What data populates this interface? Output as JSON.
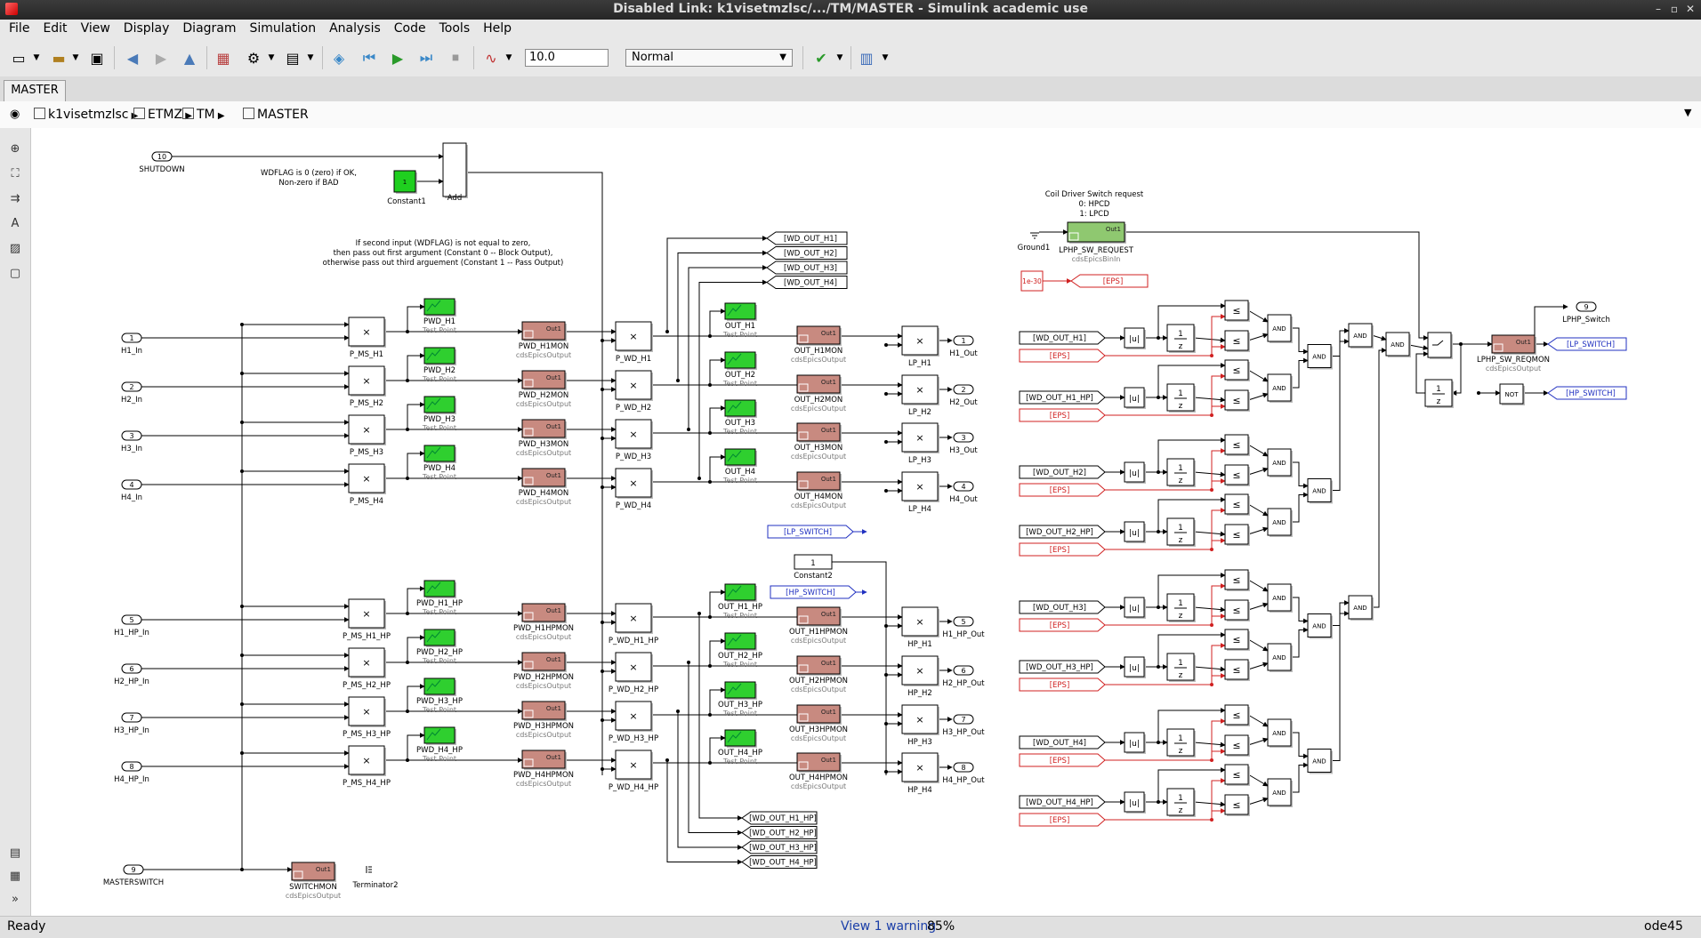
{
  "window": {
    "title": "Disabled Link: k1visetmzlsc/.../TM/MASTER - Simulink academic use"
  },
  "menu": [
    "File",
    "Edit",
    "View",
    "Display",
    "Diagram",
    "Simulation",
    "Analysis",
    "Code",
    "Tools",
    "Help"
  ],
  "toolbar": {
    "stop_time": "10.0",
    "sim_mode": "Normal"
  },
  "tab": "MASTER",
  "breadcrumb": [
    "k1visetmzlsc",
    "ETMZ",
    "TM",
    "MASTER"
  ],
  "status": {
    "left": "Ready",
    "warning": "View 1 warning",
    "zoom": "85%",
    "solver": "ode45"
  },
  "diagram": {
    "shutdown": {
      "num": "10",
      "label": "SHUTDOWN"
    },
    "constant1": {
      "value": "1",
      "label": "Constant1"
    },
    "add_label": "Add",
    "wdflag_note": [
      "WDFLAG is 0 (zero) if OK,",
      "Non-zero if BAD"
    ],
    "switch_note": [
      "If second input (WDFLAG) is not equal to zero,",
      "then pass out first argument (Constant 0 -- Block Output),",
      "otherwise pass out third arguement (Constant 1 -- Pass Output)"
    ],
    "coil_note": [
      "Coil Driver Switch request",
      "0: HPCD",
      "1: LPCD"
    ],
    "ground_label": "Ground1",
    "lphp_req": {
      "label": "LPHP_SW_REQUEST",
      "sub": "cdsEpicsBinIn"
    },
    "eps_const": "1e-30",
    "eps_tag": "[EPS]",
    "lphp_reqmon": {
      "label": "LPHP_SW_REQMON",
      "sub": "cdsEpicsOutput"
    },
    "lphp_switch": {
      "num": "9",
      "label": "LPHP_Switch"
    },
    "lp_switch_tag": "[LP_SWITCH]",
    "hp_switch_tag": "[HP_SWITCH]",
    "not_label": "NOT",
    "and_label": "AND",
    "abs_label": "|u|",
    "unit_delay": [
      "1",
      "z"
    ],
    "leq": "≤",
    "mult": "×",
    "constant2": {
      "value": "1",
      "label": "Constant2"
    },
    "masterswitch": {
      "num": "9",
      "label": "MASTERSWITCH"
    },
    "switchmon": {
      "label": "SWITCHMON",
      "sub": "cdsEpicsOutput"
    },
    "terminator2": "Terminator2",
    "out1": "Out1",
    "test_point": "Test Point",
    "epics_out": "cdsEpicsOutput",
    "lp_rows": [
      {
        "in_num": "1",
        "in_label": "H1_In",
        "pms": "P_MS_H1",
        "pwd": "PWD_H1",
        "pwdmon": "PWD_H1MON",
        "pwdprod": "P_WD_H1",
        "out": "OUT_H1",
        "outmon": "OUT_H1MON",
        "lp": "LP_H1",
        "out_num": "1",
        "out_label": "H1_Out"
      },
      {
        "in_num": "2",
        "in_label": "H2_In",
        "pms": "P_MS_H2",
        "pwd": "PWD_H2",
        "pwdmon": "PWD_H2MON",
        "pwdprod": "P_WD_H2",
        "out": "OUT_H2",
        "outmon": "OUT_H2MON",
        "lp": "LP_H2",
        "out_num": "2",
        "out_label": "H2_Out"
      },
      {
        "in_num": "3",
        "in_label": "H3_In",
        "pms": "P_MS_H3",
        "pwd": "PWD_H3",
        "pwdmon": "PWD_H3MON",
        "pwdprod": "P_WD_H3",
        "out": "OUT_H3",
        "outmon": "OUT_H3MON",
        "lp": "LP_H3",
        "out_num": "3",
        "out_label": "H3_Out"
      },
      {
        "in_num": "4",
        "in_label": "H4_In",
        "pms": "P_MS_H4",
        "pwd": "PWD_H4",
        "pwdmon": "PWD_H4MON",
        "pwdprod": "P_WD_H4",
        "out": "OUT_H4",
        "outmon": "OUT_H4MON",
        "lp": "LP_H4",
        "out_num": "4",
        "out_label": "H4_Out"
      }
    ],
    "hp_rows": [
      {
        "in_num": "5",
        "in_label": "H1_HP_In",
        "pms": "P_MS_H1_HP",
        "pwd": "PWD_H1_HP",
        "pwdmon": "PWD_H1HPMON",
        "pwdprod": "P_WD_H1_HP",
        "out": "OUT_H1_HP",
        "outmon": "OUT_H1HPMON",
        "lp": "HP_H1",
        "out_num": "5",
        "out_label": "H1_HP_Out"
      },
      {
        "in_num": "6",
        "in_label": "H2_HP_In",
        "pms": "P_MS_H2_HP",
        "pwd": "PWD_H2_HP",
        "pwdmon": "PWD_H2HPMON",
        "pwdprod": "P_WD_H2_HP",
        "out": "OUT_H2_HP",
        "outmon": "OUT_H2HPMON",
        "lp": "HP_H2",
        "out_num": "6",
        "out_label": "H2_HP_Out"
      },
      {
        "in_num": "7",
        "in_label": "H3_HP_In",
        "pms": "P_MS_H3_HP",
        "pwd": "PWD_H3_HP",
        "pwdmon": "PWD_H3HPMON",
        "pwdprod": "P_WD_H3_HP",
        "out": "OUT_H3_HP",
        "outmon": "OUT_H3HPMON",
        "lp": "HP_H3",
        "out_num": "7",
        "out_label": "H3_HP_Out"
      },
      {
        "in_num": "8",
        "in_label": "H4_HP_In",
        "pms": "P_MS_H4_HP",
        "pwd": "PWD_H4_HP",
        "pwdmon": "PWD_H4HPMON",
        "pwdprod": "P_WD_H4_HP",
        "out": "OUT_H4_HP",
        "outmon": "OUT_H4HPMON",
        "lp": "HP_H4",
        "out_num": "8",
        "out_label": "H4_HP_Out"
      }
    ],
    "wd_tags_lp": [
      "[WD_OUT_H1]",
      "[WD_OUT_H2]",
      "[WD_OUT_H3]",
      "[WD_OUT_H4]"
    ],
    "wd_tags_hp": [
      "[WD_OUT_H1_HP]",
      "[WD_OUT_H2_HP]",
      "[WD_OUT_H3_HP]",
      "[WD_OUT_H4_HP]"
    ],
    "wd_from": [
      "[WD_OUT_H1]",
      "[WD_OUT_H1_HP]",
      "[WD_OUT_H2]",
      "[WD_OUT_H2_HP]",
      "[WD_OUT_H3]",
      "[WD_OUT_H3_HP]",
      "[WD_OUT_H4]",
      "[WD_OUT_H4_HP]"
    ]
  }
}
